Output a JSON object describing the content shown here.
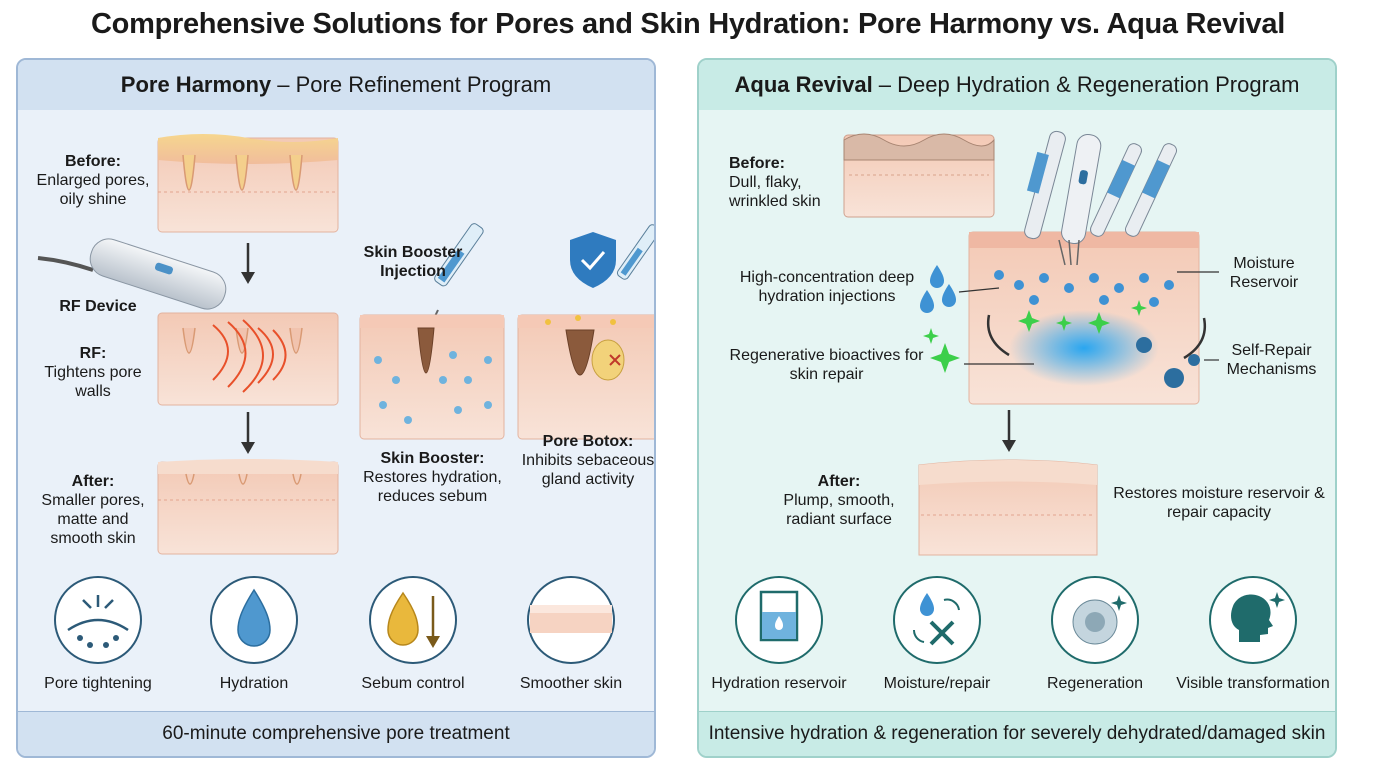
{
  "title": "Comprehensive Solutions for Pores and Skin Hydration: Pore Harmony vs. Aqua Revival",
  "left": {
    "name": "Pore Harmony",
    "subtitle": " – Pore Refinement Program",
    "before_title": "Before:",
    "before_text": "Enlarged pores, oily shine",
    "device_label": "RF Device",
    "rf_title": "RF:",
    "rf_text": "Tightens pore walls",
    "after_title": "After:",
    "after_text": "Smaller pores, matte and smooth skin",
    "booster_title": "Skin Booster Injection",
    "booster_result_title": "Skin Booster:",
    "booster_result_text": "Restores hydration, reduces sebum",
    "botox_title": "Pore Botox:",
    "botox_text": "Inhibits sebaceous gland activity",
    "icons": [
      {
        "label": "Pore tightening",
        "icon": "pore-tightening-icon"
      },
      {
        "label": "Hydration",
        "icon": "water-drop-icon"
      },
      {
        "label": "Sebum control",
        "icon": "oil-drop-icon"
      },
      {
        "label": "Smoother skin",
        "icon": "smooth-skin-icon"
      }
    ],
    "footer": "60-minute comprehensive pore treatment",
    "colors": {
      "panel": "#eaf1f9",
      "border": "#9fb8d6",
      "icon_ring": "#2c5a78"
    }
  },
  "right": {
    "name": "Aqua Revival",
    "subtitle": " – Deep Hydration & Regeneration Program",
    "before_title": "Before:",
    "before_text": "Dull, flaky, wrinkled skin",
    "injection_label": "High-concentration deep hydration injections",
    "moisture_label": "Moisture Reservoir",
    "bioactives_label": "Regenerative bioactives for skin repair",
    "repair_label": "Self-Repair Mechanisms",
    "after_title": "After:",
    "after_text": "Plump, smooth, radiant surface",
    "restore_label": "Restores moisture reservoir & repair capacity",
    "icons": [
      {
        "label": "Hydration reservoir",
        "icon": "beaker-icon"
      },
      {
        "label": "Moisture/repair",
        "icon": "repair-tools-icon"
      },
      {
        "label": "Regeneration",
        "icon": "cell-icon"
      },
      {
        "label": "Visible transformation",
        "icon": "head-sparkle-icon"
      }
    ],
    "footer": "Intensive hydration & regeneration for severely dehydrated/damaged skin",
    "colors": {
      "panel": "#e6f5f3",
      "border": "#9fd1ca",
      "icon_ring": "#1f6b6b"
    }
  }
}
